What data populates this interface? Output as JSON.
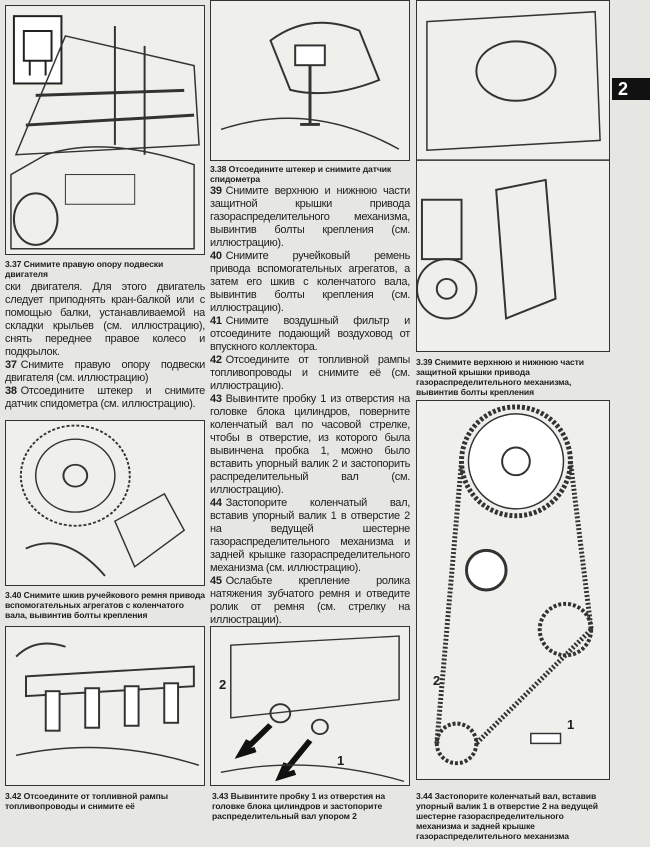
{
  "section_tab": "2",
  "figures": {
    "f337": {
      "caption": "3.37 Снимите правую опору подвески двигателя"
    },
    "f338": {
      "caption": "3.38 Отсоедините штекер и снимите датчик спидометра"
    },
    "f339": {
      "caption": "3.39 Снимите верхнюю и нижнюю части защитной крышки привода газораспределительного механизма, вывинтив болты крепления"
    },
    "f340": {
      "caption": "3.40 Снимите шкив ручейкового ремня привода вспомогательных агрегатов с коленчатого вала, вывинтив болты крепления"
    },
    "f342": {
      "caption": "3.42 Отсоедините от топливной рампы топливопроводы и снимите её"
    },
    "f343": {
      "caption": "3.43 Вывинтите пробку 1 из отверстия на головке блока цилиндров и застопорите распределительный вал упором 2",
      "callouts": [
        "1",
        "2"
      ]
    },
    "f344": {
      "caption": "3.44 Застопорите коленчатый вал, вставив упорный валик 1 в отверстие 2 на ведущей шестерне газораспределительного механизма и задней крышке газораспределительного механизма",
      "callouts": [
        "1",
        "2"
      ]
    }
  },
  "left_text": {
    "intro": "ски двигателя. Для этого двигатель следует приподнять кран-балкой или с помощью балки, устанавливаемой на складки крыльев (см. иллюстрацию), снять переднее правое колесо и подкрылок.",
    "steps": [
      {
        "num": "37",
        "text": "Снимите правую опору подвески двигателя (см. иллюстрацию)"
      },
      {
        "num": "38",
        "text": "Отсоедините штекер и снимите датчик спидометра (см. иллюстрацию)."
      }
    ]
  },
  "middle_text": {
    "steps": [
      {
        "num": "39",
        "text": "Снимите верхнюю и нижнюю части защитной крышки привода газораспределительного механизма, вывинтив болты крепления (см. иллюстрацию)."
      },
      {
        "num": "40",
        "text": "Снимите ручейковый ремень привода вспомогательных агрегатов, а затем его шкив с коленчатого вала, вывинтив болты крепления (см. иллюстрацию)."
      },
      {
        "num": "41",
        "text": "Снимите воздушный фильтр и отсоедините подающий воздуховод от впускного коллектора."
      },
      {
        "num": "42",
        "text": "Отсоедините от топливной рампы топливопроводы и снимите её (см. иллюстрацию)."
      },
      {
        "num": "43",
        "text": "Вывинтите пробку 1 из отверстия на головке блока цилиндров, поверните коленчатый вал по часовой стрелке, чтобы в отверстие, из которого была вывинчена пробка 1, можно было вставить упорный валик 2 и застопорить распределительный вал (см. иллюстрацию)."
      },
      {
        "num": "44",
        "text": "Застопорите коленчатый вал, вставив упорный валик 1 в отверстие 2 на ведущей шестерне газораспределительного механизма и задней крышке газораспределительного механизма (см. иллюстрацию)."
      },
      {
        "num": "45",
        "text": "Ослабьте крепление ролика натяжения зубчатого ремня и отведите ролик от ремня (см. стрелку на иллюстрации)."
      }
    ]
  }
}
